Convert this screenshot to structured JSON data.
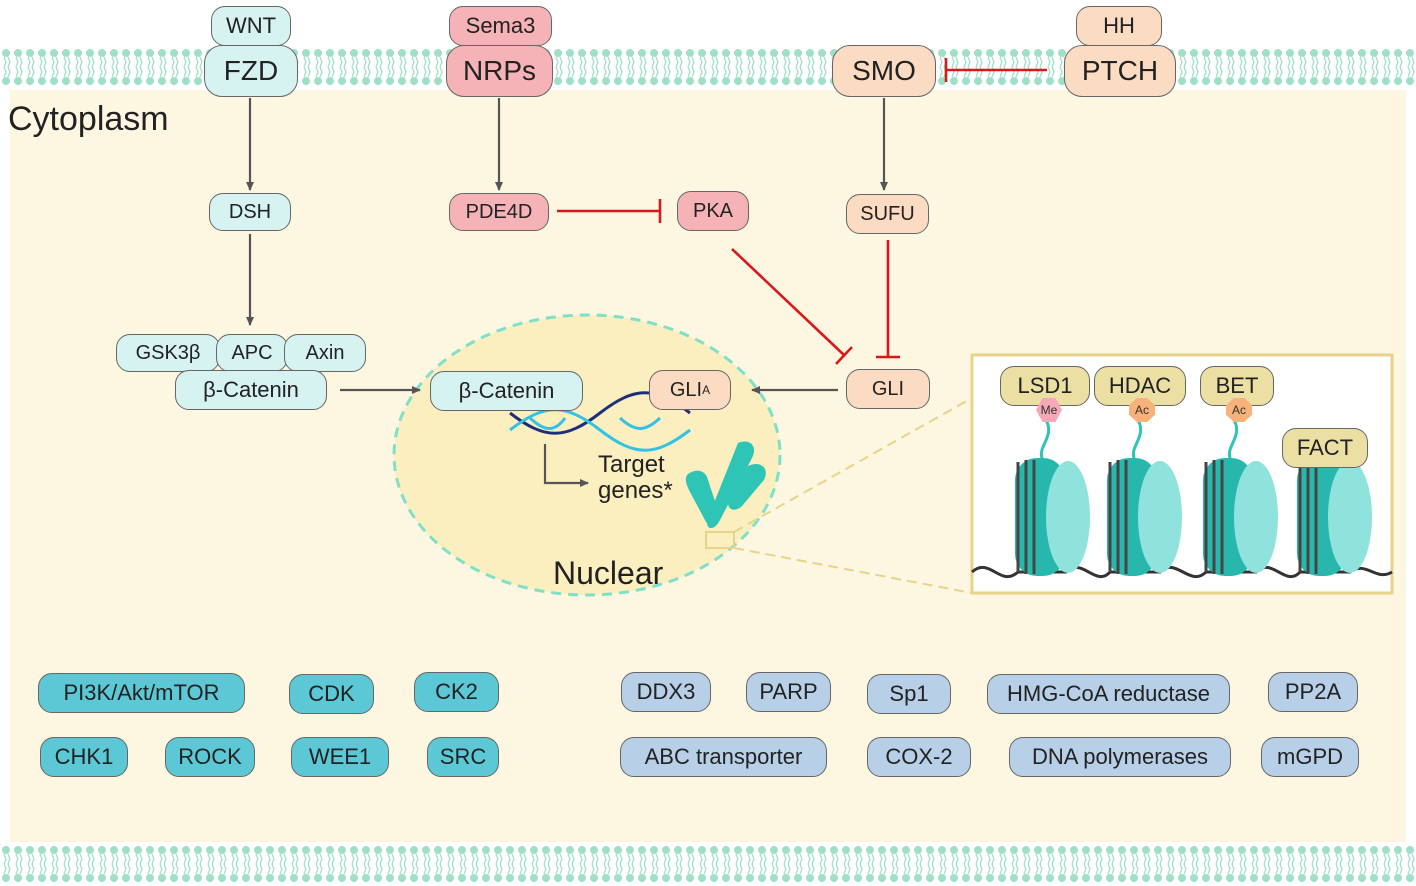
{
  "regions": {
    "cytoplasm": "Cytoplasm",
    "nuclear": "Nuclear"
  },
  "wnt_pathway": {
    "wnt": "WNT",
    "fzd": "FZD",
    "dsh": "DSH",
    "gsk3b": "GSK3β",
    "apc": "APC",
    "axin": "Axin",
    "beta_catenin": "β-Catenin"
  },
  "sema_pathway": {
    "sema3": "Sema3",
    "nrps": "NRPs",
    "pde4d": "PDE4D",
    "pka": "PKA"
  },
  "hh_pathway": {
    "hh": "HH",
    "ptch": "PTCH",
    "smo": "SMO",
    "sufu": "SUFU",
    "gli": "GLI"
  },
  "nucleus": {
    "beta_catenin": "β-Catenin",
    "gli_active": "GLI",
    "gli_active_sup": "A",
    "target_line1": "Target",
    "target_line2": "genes*"
  },
  "epigenetic": {
    "lsd1": "LSD1",
    "hdac": "HDAC",
    "bet": "BET",
    "fact": "FACT",
    "me_mark": "Me",
    "ac_mark": "Ac"
  },
  "kinase_targets": [
    "PI3K/Akt/mTOR",
    "CDK",
    "CK2",
    "CHK1",
    "ROCK",
    "WEE1",
    "SRC"
  ],
  "other_targets": [
    "DDX3",
    "PARP",
    "Sp1",
    "HMG-CoA reductase",
    "PP2A",
    "ABC transporter",
    "COX-2",
    "DNA polymerases",
    "mGPD"
  ],
  "colors": {
    "activation_arrow": "#555555",
    "inhibition": "#d7191c",
    "wnt_fill": "#d6f3f1",
    "sema_fill": "#f5b3b7",
    "hh_fill": "#fbdcc3",
    "kinase_fill": "#5cc8d6",
    "other_fill": "#b7cfe7",
    "epigenetic_fill": "#ecdfa3",
    "nucleosome": "#2ec4b6",
    "cytoplasm_bg": "#fdf6e0",
    "membrane": "#9fe0c6"
  }
}
